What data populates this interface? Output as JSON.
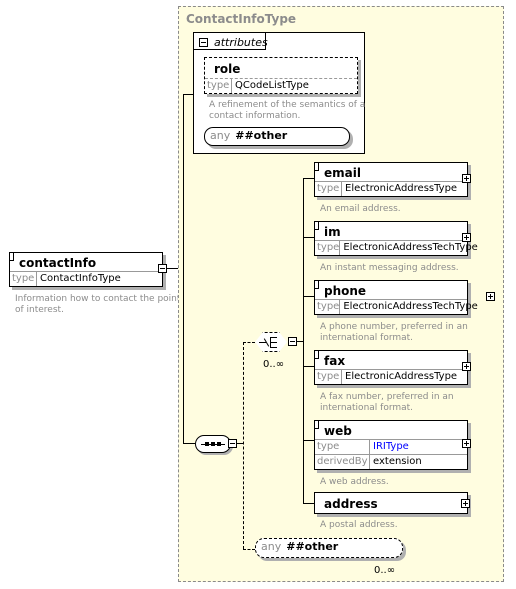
{
  "root": {
    "name": "contactInfo",
    "type_label": "type",
    "type_value": "ContactInfoType",
    "doc": [
      "Information how to contact the point",
      "of interest."
    ]
  },
  "complex_type": {
    "title": "ContactInfoType",
    "attributes_label": "attributes",
    "role": {
      "name": "role",
      "type_label": "type",
      "type_value": "QCodeListType",
      "doc": [
        "A refinement of the semantics of a",
        "contact information."
      ]
    },
    "any_attribute": {
      "label": "any",
      "value": "##other"
    }
  },
  "choice": {
    "occurrence": "0..∞"
  },
  "elements": [
    {
      "name": "email",
      "type_label": "type",
      "type_value": "ElectronicAddressType",
      "doc": [
        "An email address."
      ]
    },
    {
      "name": "im",
      "type_label": "type",
      "type_value": "ElectronicAddressTechType",
      "doc": [
        "An instant messaging address."
      ]
    },
    {
      "name": "phone",
      "type_label": "type",
      "type_value": "ElectronicAddressTechType",
      "doc": [
        "A phone number, preferred in an",
        "international format."
      ]
    },
    {
      "name": "fax",
      "type_label": "type",
      "type_value": "ElectronicAddressType",
      "doc": [
        "A fax number, preferred in an",
        "international format."
      ]
    },
    {
      "name": "web",
      "type_label": "type",
      "type_value": "IRIType",
      "derived_label": "derivedBy",
      "derived_value": "extension",
      "doc": [
        "A web address."
      ]
    },
    {
      "name": "address",
      "doc": [
        "A postal address."
      ]
    }
  ],
  "any_element": {
    "label": "any",
    "value": "##other",
    "occurrence": "0..∞"
  },
  "colors": {
    "panel_bg": "#fffde0",
    "title_gray": "#8c8c8c",
    "link_blue": "#0000ff"
  }
}
